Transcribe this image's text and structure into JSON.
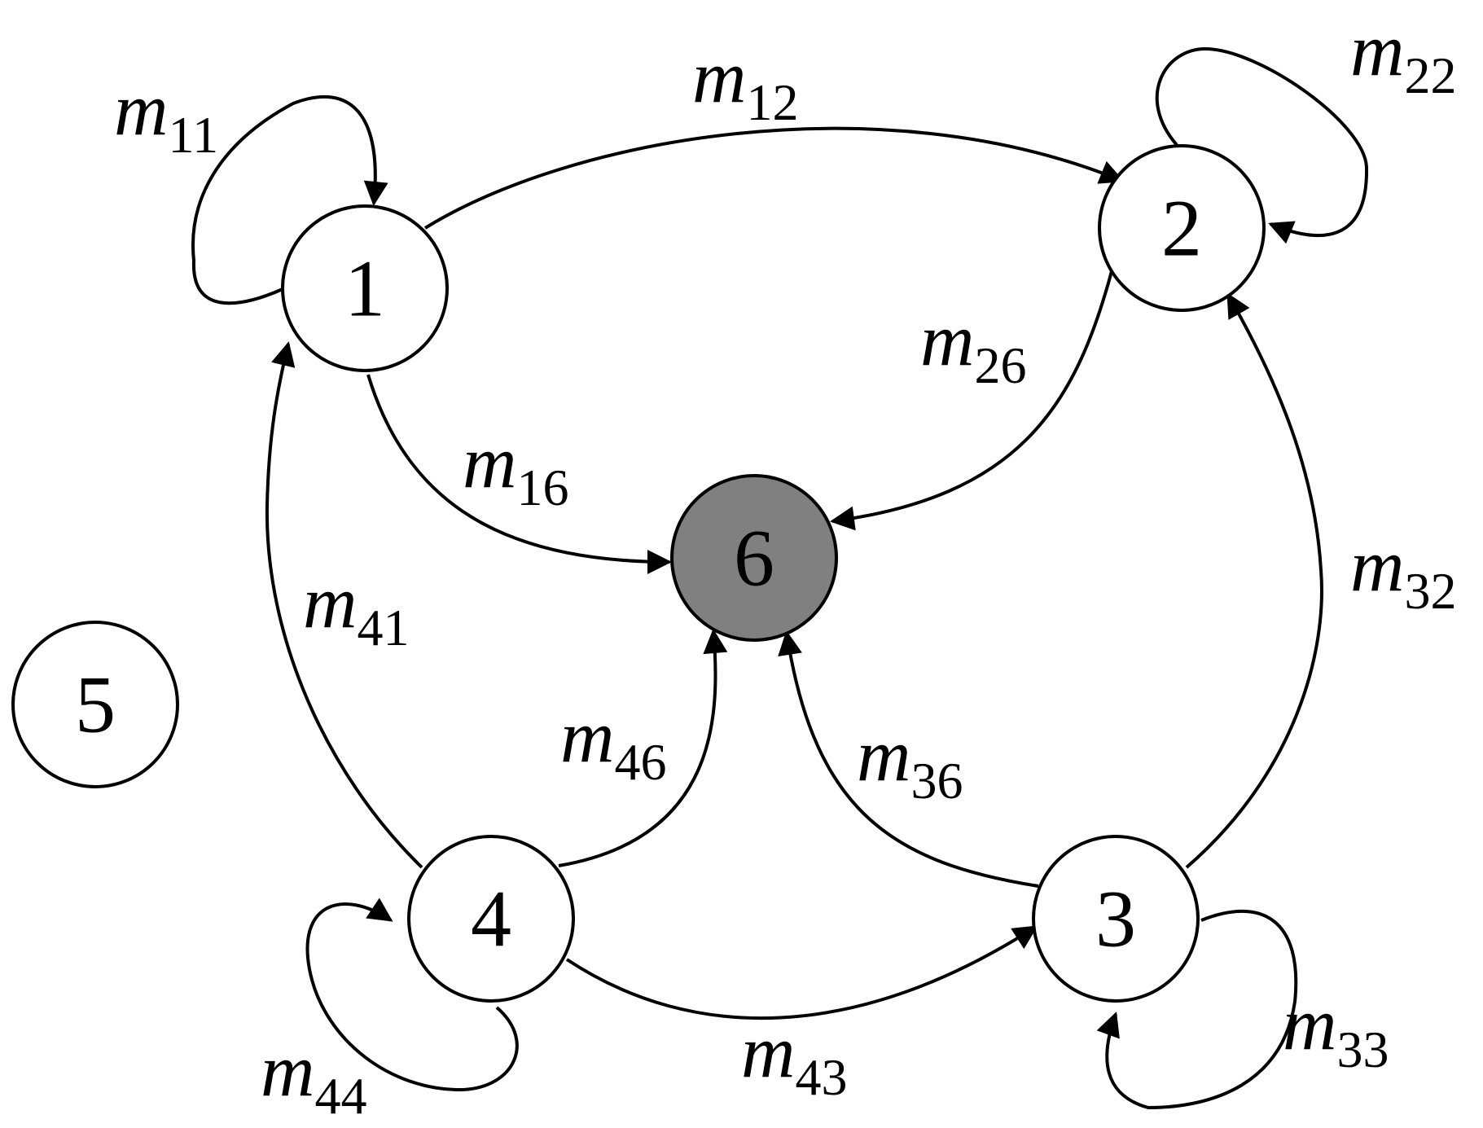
{
  "colors": {
    "stroke": "#000000",
    "node_fill": "#ffffff",
    "highlight_fill": "#808080"
  },
  "nodes": [
    {
      "id": "1",
      "label": "1",
      "highlighted": false
    },
    {
      "id": "2",
      "label": "2",
      "highlighted": false
    },
    {
      "id": "3",
      "label": "3",
      "highlighted": false
    },
    {
      "id": "4",
      "label": "4",
      "highlighted": false
    },
    {
      "id": "5",
      "label": "5",
      "highlighted": false
    },
    {
      "id": "6",
      "label": "6",
      "highlighted": true
    }
  ],
  "edges": [
    {
      "from": "1",
      "to": "1",
      "symbol": "m",
      "sub": "11"
    },
    {
      "from": "1",
      "to": "2",
      "symbol": "m",
      "sub": "12"
    },
    {
      "from": "2",
      "to": "2",
      "symbol": "m",
      "sub": "22"
    },
    {
      "from": "1",
      "to": "6",
      "symbol": "m",
      "sub": "16"
    },
    {
      "from": "2",
      "to": "6",
      "symbol": "m",
      "sub": "26"
    },
    {
      "from": "3",
      "to": "2",
      "symbol": "m",
      "sub": "32"
    },
    {
      "from": "4",
      "to": "1",
      "symbol": "m",
      "sub": "41"
    },
    {
      "from": "4",
      "to": "6",
      "symbol": "m",
      "sub": "46"
    },
    {
      "from": "3",
      "to": "6",
      "symbol": "m",
      "sub": "36"
    },
    {
      "from": "4",
      "to": "3",
      "symbol": "m",
      "sub": "43"
    },
    {
      "from": "4",
      "to": "4",
      "symbol": "m",
      "sub": "44"
    },
    {
      "from": "3",
      "to": "3",
      "symbol": "m",
      "sub": "33"
    }
  ]
}
